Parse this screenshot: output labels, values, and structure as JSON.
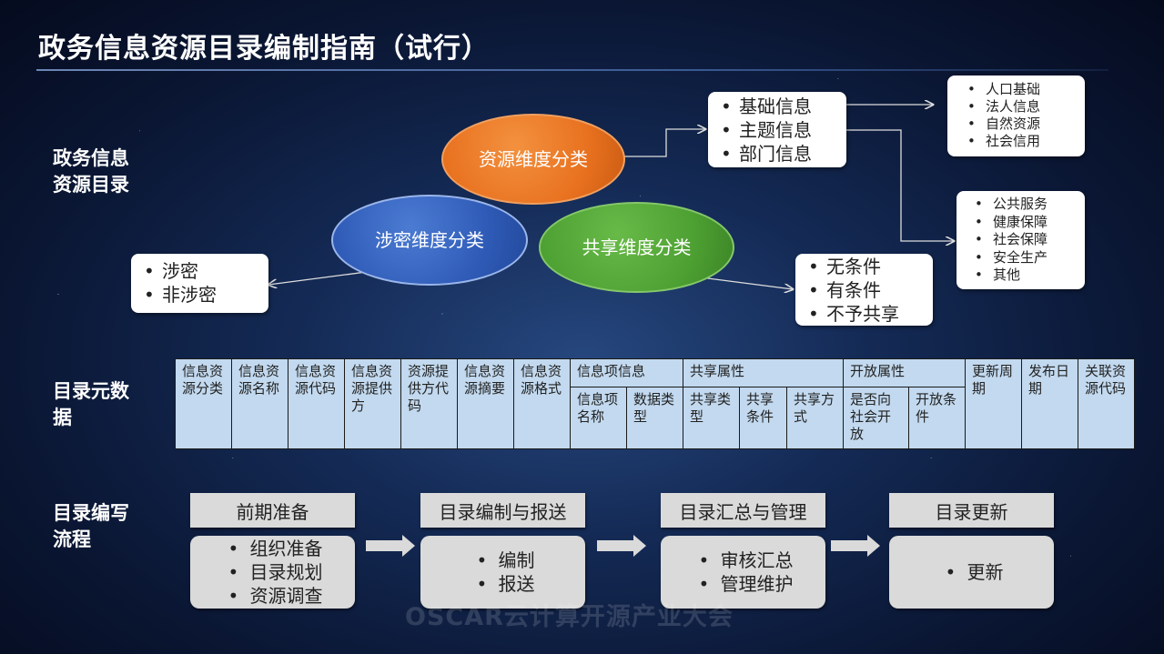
{
  "title": "政务信息资源目录编制指南（试行）",
  "sections": {
    "catalog": "政务信息\n资源目录",
    "metadata": "目录元数\n据",
    "process": "目录编写\n流程"
  },
  "bubbles": {
    "resource": "资源维度分类",
    "secret": "涉密维度分类",
    "share": "共享维度分类"
  },
  "colors": {
    "resource": "#e8711f",
    "secret": "#2f5bb7",
    "share": "#4da032",
    "table_bg": "#c2d9ef",
    "flow_bg": "#dadada"
  },
  "resource_types": [
    "基础信息",
    "主题信息",
    "部门信息"
  ],
  "basic_info": [
    "人口基础",
    "法人信息",
    "自然资源",
    "社会信用"
  ],
  "theme_info": [
    "公共服务",
    "健康保障",
    "社会保障",
    "安全生产",
    "其他"
  ],
  "secret_types": [
    "涉密",
    "非涉密"
  ],
  "share_types": [
    "无条件",
    "有条件",
    "不予共享"
  ],
  "metadata_table": {
    "simple_cols": [
      "信息资源分类",
      "信息资源名称",
      "信息资源代码",
      "信息资源提供方",
      "资源提供方代码",
      "信息资源摘要",
      "信息资源格式"
    ],
    "groups": [
      {
        "label": "信息项信息",
        "subs": [
          "信息项名称",
          "数据类型"
        ]
      },
      {
        "label": "共享属性",
        "subs": [
          "共享类型",
          "共享条件",
          "共享方式"
        ]
      },
      {
        "label": "开放属性",
        "subs": [
          "是否向社会开放",
          "开放条件"
        ]
      }
    ],
    "tail_cols": [
      "更新周期",
      "发布日期",
      "关联资源代码"
    ]
  },
  "flow": [
    {
      "title": "前期准备",
      "items": [
        "组织准备",
        "目录规划",
        "资源调查"
      ]
    },
    {
      "title": "目录编制与报送",
      "items": [
        "编制",
        "报送"
      ]
    },
    {
      "title": "目录汇总与管理",
      "items": [
        "审核汇总",
        "管理维护"
      ]
    },
    {
      "title": "目录更新",
      "items": [
        "更新"
      ]
    }
  ],
  "watermark": "OSCAR云计算开源产业大会"
}
